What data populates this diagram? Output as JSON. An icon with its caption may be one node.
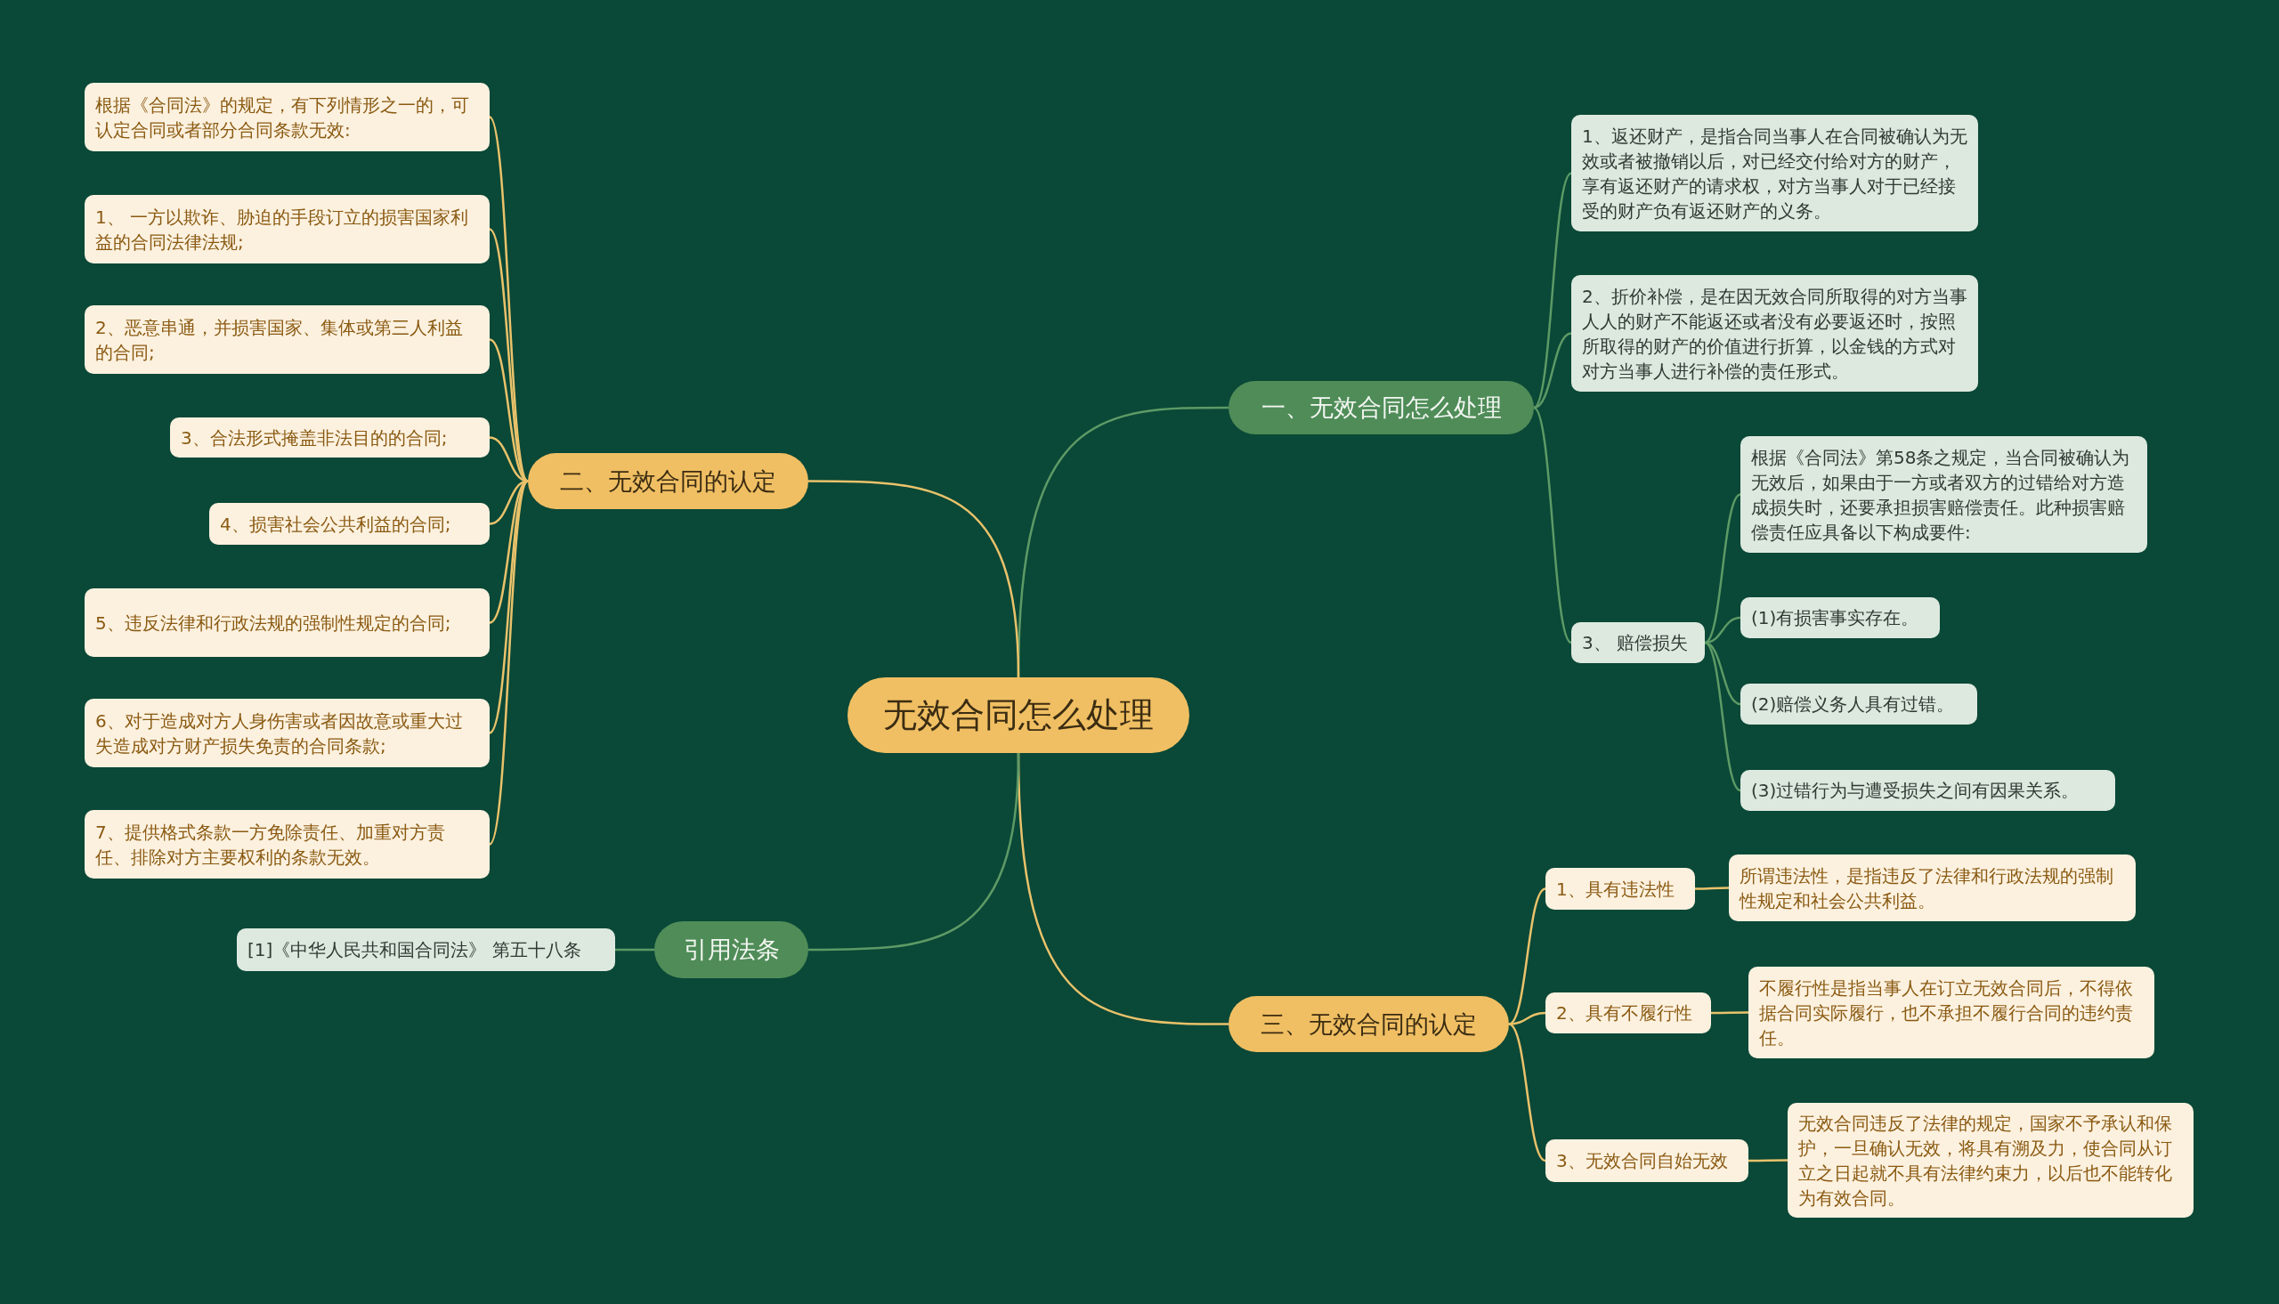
{
  "diagram": {
    "nodes": [
      {
        "text": [
          "无效合同怎么处理"
        ]
      },
      {
        "text": [
          "一、无效合同怎么处理"
        ]
      },
      {
        "text": [
          "1、返还财产，是指合同当事人在合同被确认为无效或者被撤销以后，对已经交付给对方的财产，享有返还财产的请求权，对方当事人对于已经接受的财产负有返还财产的义务。"
        ]
      },
      {
        "text": [
          "2、折价补偿，是在因无效合同所取得的对方当事人人的财产不能返还或者没有必要返还时，按照所取得的财产的价值进行折算，以金钱的方式对对方当事人进行补偿的责任形式。"
        ]
      },
      {
        "text": [
          "3、 赔偿损失"
        ]
      },
      {
        "text": [
          "根据《合同法》第58条之规定，当合同被确认为无效后，如果由于一方或者双方的过错给对方造成损失时，还要承担损害赔偿责任。此种损害赔偿责任应具备以下构成要件:"
        ]
      },
      {
        "text": [
          "(1)有损害事实存在。"
        ]
      },
      {
        "text": [
          "(2)赔偿义务人具有过错。"
        ]
      },
      {
        "text": [
          "(3)过错行为与遭受损失之间有因果关系。"
        ]
      },
      {
        "text": [
          "二、无效合同的认定"
        ]
      },
      {
        "text": [
          "根据《合同法》的规定，有下列情形之一的，可认定合同或者部分合同条款无效:"
        ]
      },
      {
        "text": [
          "1、 一方以欺诈、胁迫的手段订立的损害国家利益的合同法律法规;"
        ]
      },
      {
        "text": [
          "2、恶意串通，并损害国家、集体或第三人利益的合同;"
        ]
      },
      {
        "text": [
          "3、合法形式掩盖非法目的的合同;"
        ]
      },
      {
        "text": [
          "4、损害社会公共利益的合同;"
        ]
      },
      {
        "text": [
          "5、违反法律和行政法规的强制性规定的合同;"
        ]
      },
      {
        "text": [
          "6、对于造成对方人身伤害或者因故意或重大过失造成对方财产损失免责的合同条款;"
        ]
      },
      {
        "text": [
          "7、提供格式条款一方免除责任、加重对方责任、排除对方主要权利的条款无效。"
        ]
      },
      {
        "text": [
          "三、无效合同的认定"
        ]
      },
      {
        "text": [
          "1、具有违法性"
        ]
      },
      {
        "text": [
          "所谓违法性，是指违反了法律和行政法规的强制性规定和社会公共利益。"
        ]
      },
      {
        "text": [
          "2、具有不履行性"
        ]
      },
      {
        "text": [
          "不履行性是指当事人在订立无效合同后，不得依据合同实际履行，也不承担不履行合同的违约责任。"
        ]
      },
      {
        "text": [
          "3、无效合同自始无效"
        ]
      },
      {
        "text": [
          "无效合同违反了法律的规定，国家不予承认和保护，一旦确认无效，将具有溯及力，使合同从订立之日起就不具有法律约束力，以后也不能转化为有效合同。"
        ]
      },
      {
        "text": [
          "引用法条"
        ]
      },
      {
        "text": [
          "[1]《中华人民共和国合同法》 第五十八条"
        ]
      }
    ],
    "edges": [
      {
        "from": 0,
        "to": 1,
        "arrow": "none",
        "color": "#5d9a66"
      },
      {
        "from": 1,
        "to": 2,
        "arrow": "none",
        "color": "#5d9a66"
      },
      {
        "from": 1,
        "to": 3,
        "arrow": "none",
        "color": "#5d9a66"
      },
      {
        "from": 1,
        "to": 4,
        "arrow": "none",
        "color": "#5d9a66"
      },
      {
        "from": 4,
        "to": 5,
        "arrow": "none",
        "color": "#5d9a66"
      },
      {
        "from": 4,
        "to": 6,
        "arrow": "none",
        "color": "#5d9a66"
      },
      {
        "from": 4,
        "to": 7,
        "arrow": "none",
        "color": "#5d9a66"
      },
      {
        "from": 4,
        "to": 8,
        "arrow": "none",
        "color": "#5d9a66"
      },
      {
        "from": 0,
        "to": 9,
        "arrow": "none"
      },
      {
        "from": 9,
        "to": 10,
        "arrow": "none"
      },
      {
        "from": 9,
        "to": 11,
        "arrow": "none"
      },
      {
        "from": 9,
        "to": 12,
        "arrow": "none"
      },
      {
        "from": 9,
        "to": 13,
        "arrow": "none"
      },
      {
        "from": 9,
        "to": 14,
        "arrow": "none"
      },
      {
        "from": 9,
        "to": 15,
        "arrow": "none"
      },
      {
        "from": 9,
        "to": 16,
        "arrow": "none"
      },
      {
        "from": 9,
        "to": 17,
        "arrow": "none"
      },
      {
        "from": 0,
        "to": 18,
        "arrow": "none"
      },
      {
        "from": 18,
        "to": 19,
        "arrow": "none"
      },
      {
        "from": 18,
        "to": 21,
        "arrow": "none"
      },
      {
        "from": 18,
        "to": 23,
        "arrow": "none"
      },
      {
        "from": 19,
        "to": 20,
        "arrow": "none"
      },
      {
        "from": 21,
        "to": 22,
        "arrow": "none"
      },
      {
        "from": 23,
        "to": 24,
        "arrow": "none"
      },
      {
        "from": 0,
        "to": 25,
        "arrow": "none",
        "color": "#5d9a66"
      },
      {
        "from": 25,
        "to": 26,
        "arrow": "none",
        "color": "#5d9a66"
      }
    ]
  }
}
